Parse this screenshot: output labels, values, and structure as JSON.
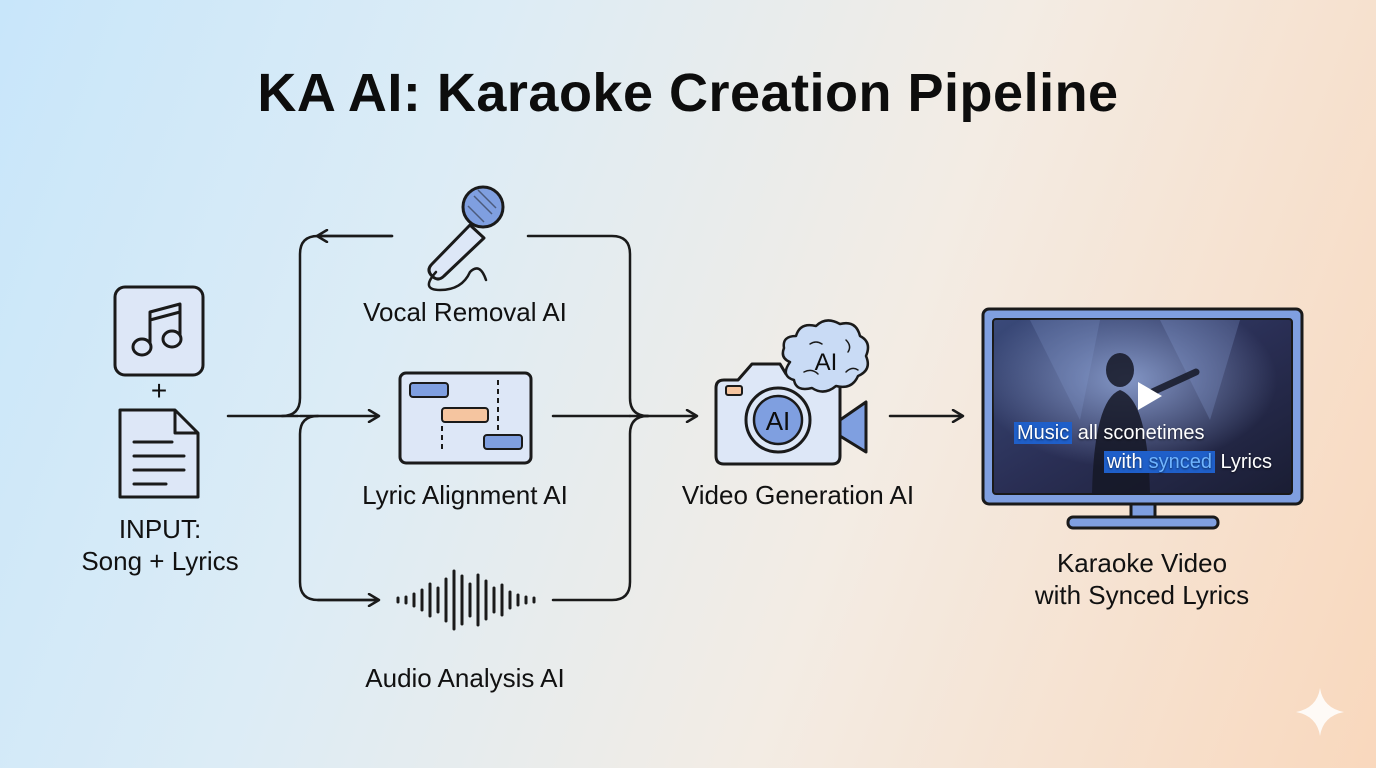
{
  "title": "KA AI: Karaoke Creation Pipeline",
  "input": {
    "plus": "+",
    "label_line1": "INPUT:",
    "label_line2": "Song + Lyrics"
  },
  "steps": [
    {
      "label": "Vocal Removal AI",
      "icon": "microphone-icon"
    },
    {
      "label": "Lyric Alignment AI",
      "icon": "timeline-icon"
    },
    {
      "label": "Audio Analysis AI",
      "icon": "waveform-icon"
    }
  ],
  "video_generation": {
    "label": "Video Generation AI",
    "badge_camera": "AI",
    "badge_brain": "AI"
  },
  "output": {
    "label_line1": "Karaoke Video",
    "label_line2": "with Synced Lyrics",
    "lyric_line1_hl": "Music",
    "lyric_line1_rest": "all sconetimes",
    "lyric_line2_hl": "with",
    "lyric_line2_mid": "synced",
    "lyric_line2_rest": "Lyrics"
  },
  "colors": {
    "accent_blue": "#7f9fe0",
    "accent_orange": "#f5c5a0",
    "icon_fill": "#dde7f7",
    "stroke": "#1a1a1a"
  }
}
